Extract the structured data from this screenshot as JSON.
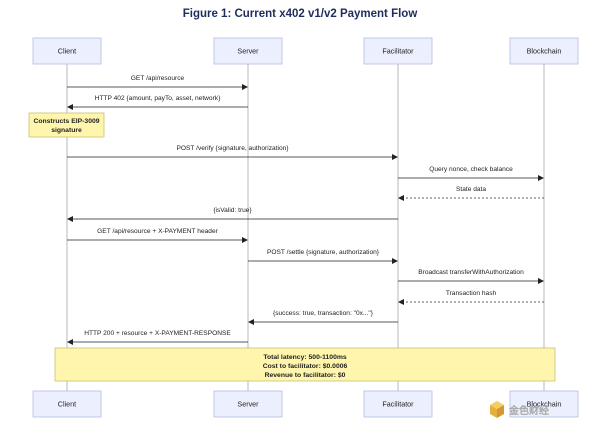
{
  "title": "Figure 1: Current x402 v1/v2 Payment Flow",
  "actors": [
    "Client",
    "Server",
    "Facilitator",
    "Blockchain"
  ],
  "messages": [
    {
      "from": 0,
      "to": 1,
      "label": "GET /api/resource",
      "style": "solid"
    },
    {
      "from": 1,
      "to": 0,
      "label": "HTTP 402 {amount, payTo, asset, network}",
      "style": "solid"
    },
    {
      "from": 0,
      "to": 2,
      "label": "POST /verify {signature, authorization}",
      "style": "solid"
    },
    {
      "from": 2,
      "to": 3,
      "label": "Query nonce, check balance",
      "style": "solid"
    },
    {
      "from": 3,
      "to": 2,
      "label": "State data",
      "style": "dashed"
    },
    {
      "from": 2,
      "to": 0,
      "label": "{isValid: true}",
      "style": "solid"
    },
    {
      "from": 0,
      "to": 1,
      "label": "GET /api/resource + X-PAYMENT header",
      "style": "solid"
    },
    {
      "from": 1,
      "to": 2,
      "label": "POST /settle {signature, authorization}",
      "style": "solid"
    },
    {
      "from": 2,
      "to": 3,
      "label": "Broadcast transferWithAuthorization",
      "style": "solid"
    },
    {
      "from": 3,
      "to": 2,
      "label": "Transaction hash",
      "style": "dashed"
    },
    {
      "from": 2,
      "to": 1,
      "label": "{success: true, transaction: \"0x...\"}",
      "style": "solid"
    },
    {
      "from": 1,
      "to": 0,
      "label": "HTTP 200 + resource + X-PAYMENT-RESPONSE",
      "style": "solid"
    }
  ],
  "client_note": {
    "lines": [
      "Constructs EIP-3009",
      "signature"
    ]
  },
  "summary_note": {
    "lines": [
      "Total latency: 500-1100ms",
      "Cost to facilitator: $0.0006",
      "Revenue to facilitator: $0"
    ]
  },
  "watermark": {
    "text": "金色财经",
    "icon": "golden-cube-logo-icon",
    "color": "#f0b429"
  },
  "colors": {
    "actor_fill": "#eceffd",
    "note_fill": "#fff5ad",
    "title": "#1f2d5c"
  }
}
